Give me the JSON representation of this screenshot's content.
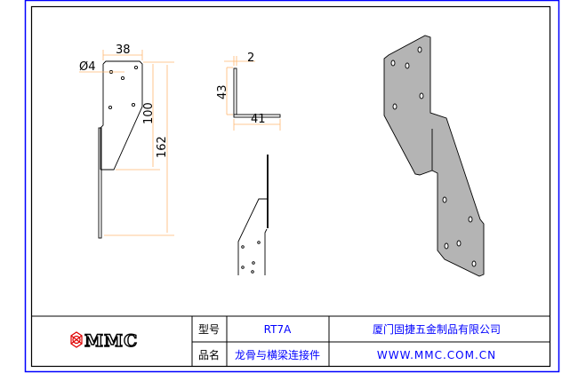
{
  "dimensions": {
    "hole_diameter": "Ø4",
    "width": "38",
    "upper_height": "100",
    "total_height": "162",
    "thickness": "2",
    "flange_height": "43",
    "flange_width": "41"
  },
  "title_block": {
    "logo_text": "MMC",
    "model_label": "型号",
    "model_value": "RT7A",
    "name_label": "品名",
    "name_value": "龙骨与横梁连接件",
    "company": "厦门固捷五金制品有限公司",
    "website": "WWW.MMC.COM.CN"
  },
  "colors": {
    "frame_outer": "#0000ff",
    "frame_inner": "#000000",
    "dimension": "#ffb870",
    "title_text": "#0000ff",
    "part_fill": "#b4b4b4"
  }
}
